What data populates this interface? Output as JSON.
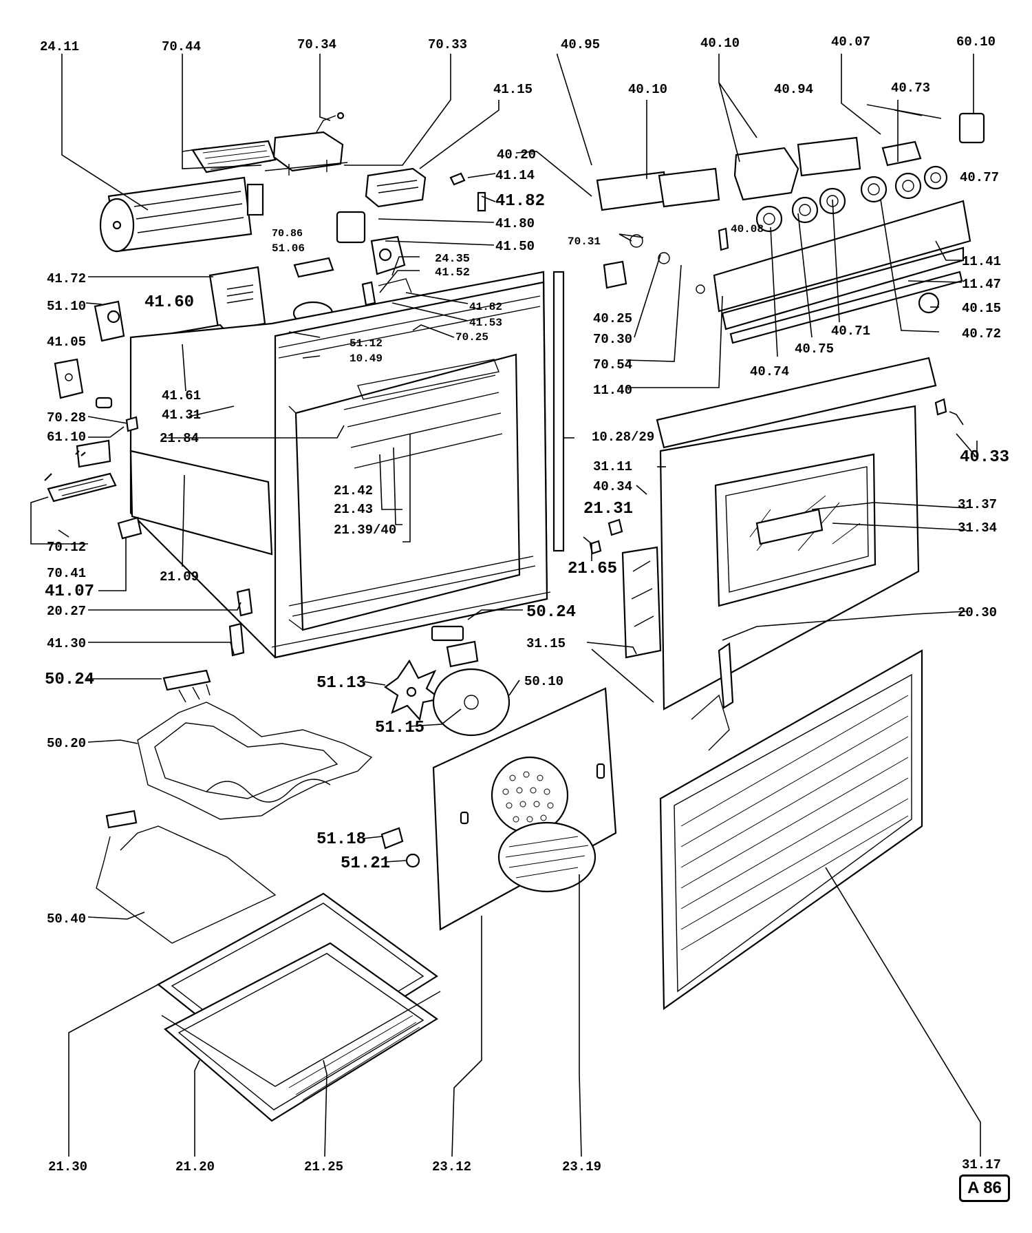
{
  "labels": {
    "l2411": "24.11",
    "l7044": "70.44",
    "l7034": "70.34",
    "l7033": "70.33",
    "l4095": "40.95",
    "l4010a": "40.10",
    "l4007": "40.07",
    "l6010": "60.10",
    "l4115": "41.15",
    "l4010b": "40.10",
    "l4094": "40.94",
    "l4073": "40.73",
    "l4020": "40.20",
    "l4114": "41.14",
    "l4182a": "41.82",
    "l4077": "40.77",
    "l4180": "41.80",
    "l7086": "70.86",
    "l7031": "70.31",
    "l4008": "40.08",
    "l5106": "51.06",
    "l4150": "41.50",
    "l1141": "11.41",
    "l2435": "24.35",
    "l4172": "41.72",
    "l4152": "41.52",
    "l1147": "11.47",
    "l4160": "41.60",
    "l4182b": "41.82",
    "l5110": "51.10",
    "l4025": "40.25",
    "l4015": "40.15",
    "l4153": "41.53",
    "l4105": "41.05",
    "l5112": "51.12",
    "l7025": "70.25",
    "l4071": "40.71",
    "l4072": "40.72",
    "l1049": "10.49",
    "l7030": "70.30",
    "l4075": "40.75",
    "l4074": "40.74",
    "l7054": "70.54",
    "l4161": "41.61",
    "l1140": "11.40",
    "l7028": "70.28",
    "l4131": "41.31",
    "l4033": "40.33",
    "l6110": "61.10",
    "l2184": "21.84",
    "l102829": "10.28/29",
    "l3111": "31.11",
    "l4034": "40.34",
    "l2142": "21.42",
    "l2131": "21.31",
    "l3137": "31.37",
    "l2143": "21.43",
    "l3134": "31.34",
    "l213940": "21.39/40",
    "l7012": "70.12",
    "l2165": "21.65",
    "l7041": "70.41",
    "l2109": "21.09",
    "l4107": "41.07",
    "l2027": "20.27",
    "l5024a": "50.24",
    "l2030": "20.30",
    "l4130": "41.30",
    "l3115": "31.15",
    "l5024b": "50.24",
    "l5113": "51.13",
    "l5010": "50.10",
    "l5115": "51.15",
    "l5020": "50.20",
    "l5118": "51.18",
    "l5121": "51.21",
    "l5040": "50.40",
    "l2130": "21.30",
    "l2120": "21.20",
    "l2125": "21.25",
    "l2312": "23.12",
    "l2319": "23.19",
    "l3117": "31.17"
  },
  "badge": "A 86"
}
